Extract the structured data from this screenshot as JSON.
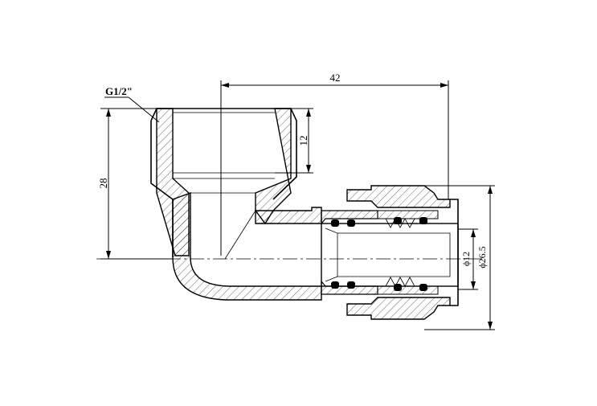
{
  "labels": {
    "thread": "G1/2\"",
    "width": "42",
    "height": "28",
    "thread_depth": "12",
    "pipe_diameter": "ϕ12",
    "outer_diameter": "ϕ26.5"
  },
  "colors": {
    "line": "#000000",
    "background": "#ffffff"
  }
}
